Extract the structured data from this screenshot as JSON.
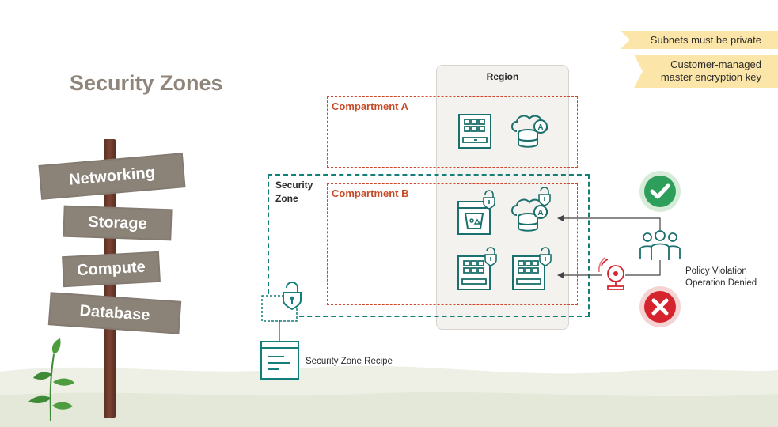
{
  "title": "Security Zones",
  "banners": [
    {
      "text": "Subnets must be private"
    },
    {
      "text": "Customer-managed\nmaster encryption key"
    }
  ],
  "signs": [
    "Networking",
    "Storage",
    "Compute",
    "Database"
  ],
  "region": {
    "label": "Region"
  },
  "compartments": [
    {
      "label": "Compartment A"
    },
    {
      "label": "Compartment B"
    }
  ],
  "security_zone": {
    "label": "Security\nZone"
  },
  "recipe": {
    "label": "Security Zone Recipe"
  },
  "policy": {
    "label": "Policy Violation\nOperation Denied"
  },
  "icons": {
    "compute": "compute-instance-icon",
    "database": "autonomous-database-icon",
    "bucket": "object-storage-bucket-icon",
    "lock": "lock-icon",
    "users": "users-group-icon",
    "alarm": "alarm-bell-icon",
    "check": "check-circle-icon",
    "deny": "x-circle-icon",
    "recipe": "document-icon"
  },
  "colors": {
    "teal": "#147e7a",
    "compartment": "#d0482c",
    "allowed": "#2e9e5b",
    "denied": "#d6242e",
    "banner": "#fce5a8"
  }
}
